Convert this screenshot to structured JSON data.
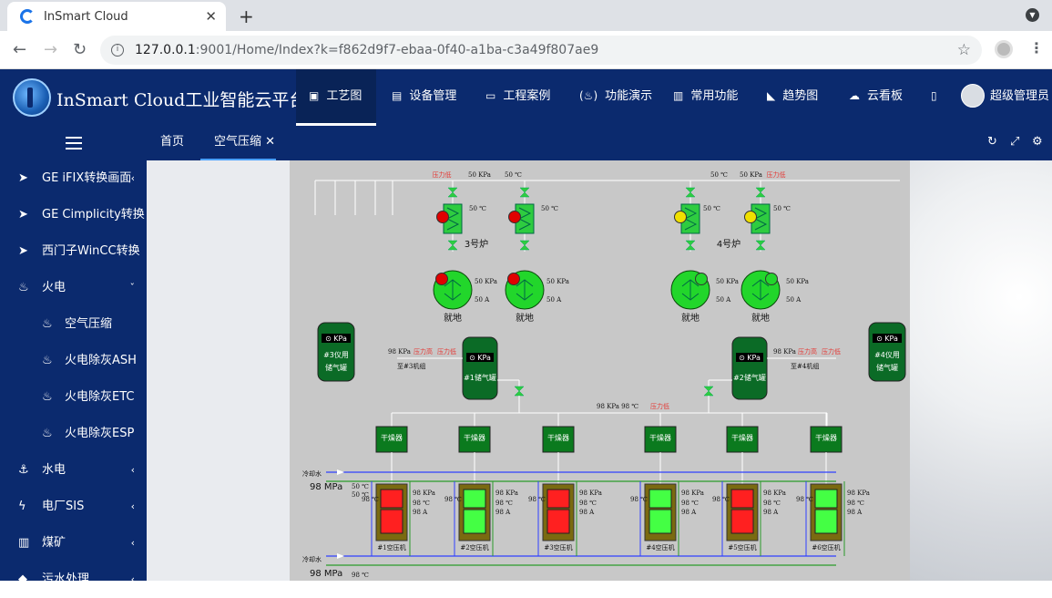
{
  "browser": {
    "tab_title": "InSmart Cloud",
    "url_host": "127.0.0.1",
    "url_rest": ":9001/Home/Index?k=f862d9f7-ebaa-0f40-a1ba-c3a49f807ae9"
  },
  "app": {
    "title": "InSmart Cloud工业智能云平台",
    "user": "超级管理员"
  },
  "nav": [
    "工艺图",
    "设备管理",
    "工程案例",
    "功能演示",
    "常用功能",
    "趋势图",
    "云看板"
  ],
  "page_tabs": {
    "home": "首页",
    "current": "空气压缩"
  },
  "sidebar": [
    {
      "label": "GE iFIX转换画面",
      "icon": "paper-plane-icon",
      "chevron": "‹"
    },
    {
      "label": "GE Cimplicity转换",
      "icon": "paper-plane-icon",
      "chevron": ""
    },
    {
      "label": "西门子WinCC转换",
      "icon": "send-icon",
      "chevron": ""
    },
    {
      "label": "火电",
      "icon": "flame-icon",
      "chevron": "ˇ"
    },
    {
      "label": "空气压缩",
      "icon": "flame-icon",
      "chevron": ""
    },
    {
      "label": "火电除灰ASH",
      "icon": "flame-icon",
      "chevron": ""
    },
    {
      "label": "火电除灰ETC",
      "icon": "flame-icon",
      "chevron": ""
    },
    {
      "label": "火电除灰ESP",
      "icon": "flame-icon",
      "chevron": ""
    },
    {
      "label": "水电",
      "icon": "anchor-icon",
      "chevron": "‹"
    },
    {
      "label": "电厂SIS",
      "icon": "bolt-icon",
      "chevron": "‹"
    },
    {
      "label": "煤矿",
      "icon": "map-icon",
      "chevron": "‹"
    },
    {
      "label": "污水处理",
      "icon": "tint-icon",
      "chevron": "‹"
    }
  ],
  "diagram": {
    "furnace3": "3号炉",
    "furnace4": "4号炉",
    "local": "就地",
    "tank_kpa": "KPa",
    "tank3": [
      "#3仪用",
      "储气罐"
    ],
    "tank4": [
      "#4仪用",
      "储气罐"
    ],
    "tank1": "#1储气罐",
    "tank2": "#2储气罐",
    "to3": "至#3机组",
    "to4": "至#4机组",
    "dryer": "干燥器",
    "cooling": "冷却水",
    "p_low": "压力低",
    "p_high": "压力高",
    "v50": "50",
    "v98": "98",
    "kpa": "KPa",
    "degc": "℃",
    "amp": "A",
    "mpa": "MPa",
    "compressors": [
      "#1空压机",
      "#2空压机",
      "#3空压机",
      "#4空压机",
      "#5空压机",
      "#6空压机"
    ],
    "compressor_state": [
      "red",
      "green",
      "red",
      "green",
      "red",
      "green"
    ]
  }
}
